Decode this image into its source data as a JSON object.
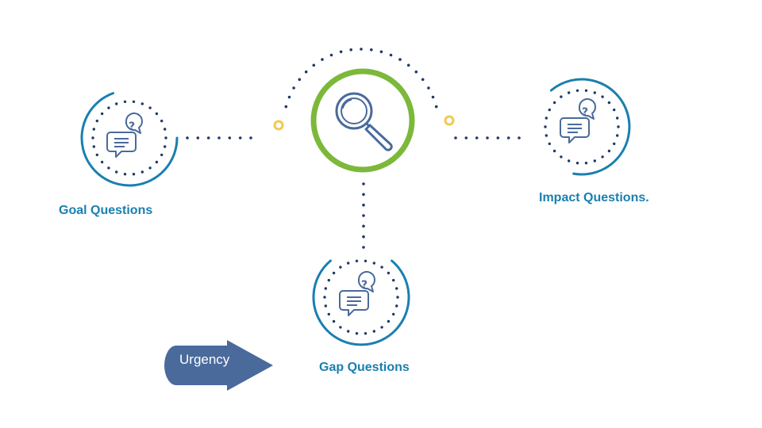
{
  "colors": {
    "ring_blue": "#1a7fb0",
    "dot_navy": "#1f3b66",
    "icon_blue": "#4a6a9c",
    "accent_green": "#7cb83a",
    "accent_yellow": "#f2c94c",
    "arrow_fill": "#4a6a9c",
    "label_blue": "#1a7fb0"
  },
  "icons": {
    "center": "magnifying-glass-icon",
    "nodes": "question-chat-icon"
  },
  "nodes": {
    "goal": {
      "label": "Goal Questions"
    },
    "impact": {
      "label": "Impact Questions."
    },
    "gap": {
      "label": "Gap Questions"
    }
  },
  "arrow": {
    "label": "Urgency"
  }
}
